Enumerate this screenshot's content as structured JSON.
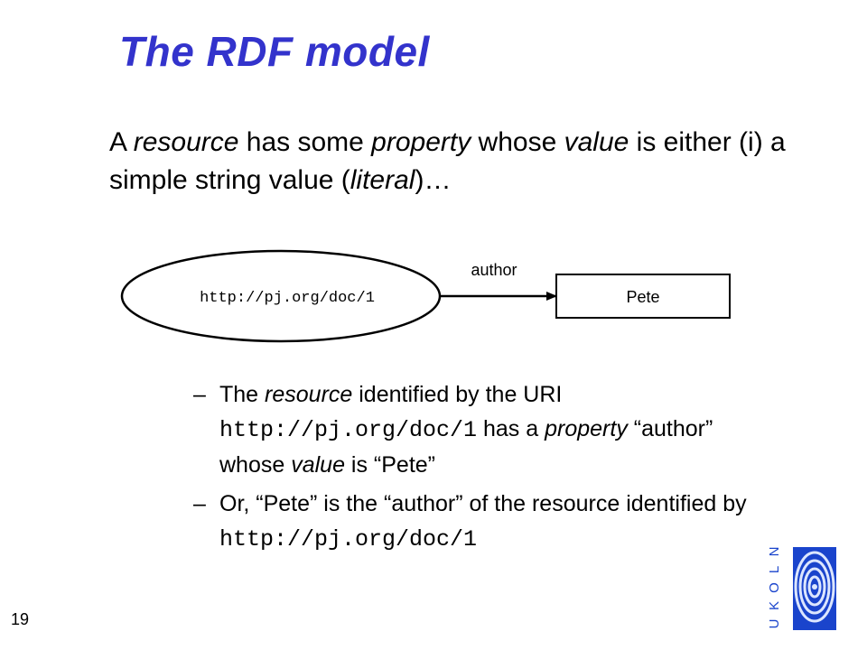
{
  "slide": {
    "title": "The RDF model",
    "number": "19"
  },
  "intro": {
    "t1": "A ",
    "resource": "resource",
    "t2": " has some ",
    "property": "property",
    "t3": " whose ",
    "value": "value",
    "t4": " is either (i) a simple string value (",
    "literal": "literal",
    "t5": ")…"
  },
  "diagram": {
    "subject_uri": "http://pj.org/doc/1",
    "predicate_label": "author",
    "object_literal": "Pete"
  },
  "bullets": [
    {
      "dash": "–",
      "a": "The ",
      "resource": "resource",
      "b": " identified by the URI ",
      "uri": "http://pj.org/doc/1",
      "c": " has a ",
      "property": "property",
      "d": " “author” whose ",
      "value": "value",
      "e": " is “Pete”"
    },
    {
      "dash": "–",
      "a": "Or, “Pete” is the “author” of the resource identified by ",
      "uri": "http://pj.org/doc/1"
    }
  ],
  "logo": {
    "text": "UKOLN",
    "icon": "ukoln-eye-logo-icon",
    "colors": {
      "blue": "#1a44cc",
      "light": "#dce6ff"
    }
  },
  "colors": {
    "title": "#3333cc",
    "text": "#000000"
  }
}
